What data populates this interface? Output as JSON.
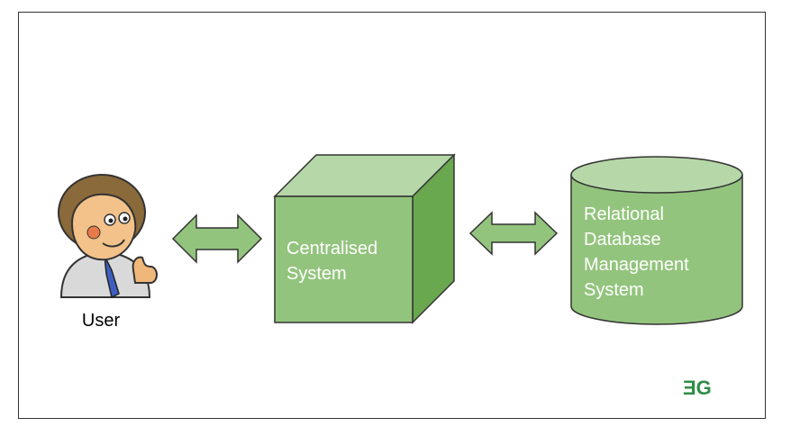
{
  "diagram": {
    "user": {
      "label": "User",
      "icon": "user-avatar-icon"
    },
    "system": {
      "label_lines": [
        "Centralised",
        "System"
      ]
    },
    "database": {
      "label_lines": [
        "Relational",
        "Database",
        "Management",
        "System"
      ]
    },
    "logo": {
      "text": "ƎG"
    },
    "arrows": [
      "bidirectional-arrow",
      "bidirectional-arrow"
    ]
  },
  "colors": {
    "green_fill": "#93c47d",
    "green_top": "#b6d7a8",
    "green_side": "#6aa84f",
    "stroke": "#1e1e1e",
    "logo": "#2f8d46",
    "label_white": "#ffffff"
  }
}
